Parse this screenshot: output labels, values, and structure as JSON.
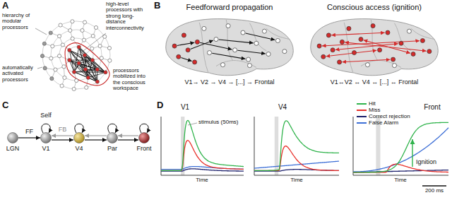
{
  "diagram": {
    "nodes": [
      {
        "text": [
          "LGN"
        ]
      },
      {
        "text": [
          "V1"
        ]
      },
      {
        "text": [
          "V4"
        ]
      },
      {
        "text": [
          "Par"
        ]
      },
      {
        "text": [
          "Front"
        ]
      }
    ],
    "edges": [
      {
        "from": 0,
        "to": 1,
        "arrow": "to",
        "label": "FF"
      },
      {
        "from": 1,
        "to": 2,
        "arrow": "to"
      },
      {
        "from": 2,
        "to": 1,
        "arrow": "to",
        "label": "FB"
      },
      {
        "from": 2,
        "to": 3,
        "arrow": "to"
      },
      {
        "from": 3,
        "to": 2,
        "arrow": "to"
      },
      {
        "from": 3,
        "to": 4,
        "arrow": "to"
      },
      {
        "from": 4,
        "to": 3,
        "arrow": "to"
      }
    ],
    "labels": [
      "A",
      "hierarchy of modular processors",
      "high-level processors with strong long-distance interconnectivity",
      "automatically activated processors",
      "processors mobilized into the conscious workspace",
      "B",
      "Feedforward propagation",
      "Conscious access (ignition)",
      "V1→ V2 → V4 → [...] → Frontal",
      "V1↔V2 ↔ V4 ↔ [...] ↔ Frontal",
      "C",
      "Self",
      "D",
      "V1",
      "V4",
      "Front",
      "stimulus (50ms)",
      "Ignition",
      "Time",
      "Time",
      "Time",
      "200 ms"
    ],
    "legend": [
      {
        "text": "Hit",
        "color": "#2fb34b"
      },
      {
        "text": "Miss",
        "color": "#e8302a"
      },
      {
        "text": "Correct rejection",
        "color": "#1b1f6b"
      },
      {
        "text": "False Alarm",
        "color": "#3d6fd6"
      }
    ]
  }
}
